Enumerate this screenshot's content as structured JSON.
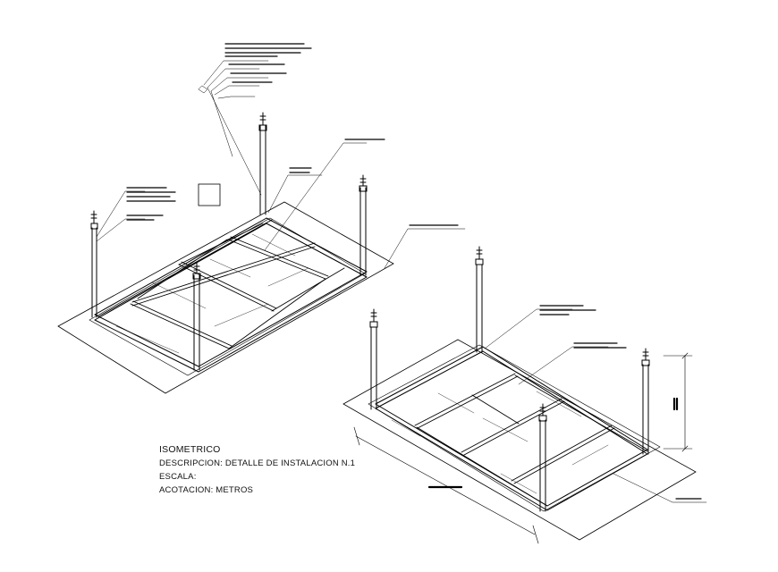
{
  "title_block": {
    "title": "ISOMETRICO",
    "description": "DESCRIPCION: DETALLE DE INSTALACION N.1",
    "scale": "ESCALA:",
    "dimensioning": "ACOTACION: METROS"
  },
  "colors": {
    "line": "#000000",
    "background": "#ffffff"
  }
}
